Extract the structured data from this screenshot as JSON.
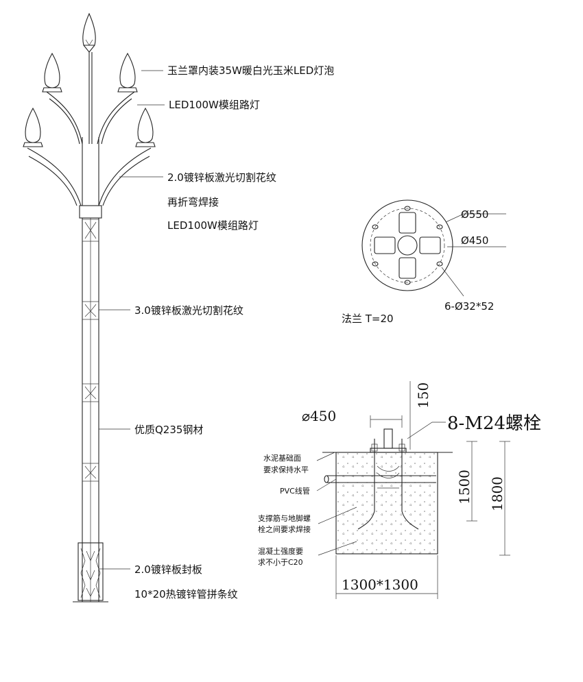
{
  "pole_labels": {
    "magnolia_bulb": "玉兰罩内装35W暖白光玉米LED灯泡",
    "module_lamp_top": "LED100W模组路灯",
    "laser_plate_2": "2.0镀锌板激光切割花纹",
    "rebend_weld": "再折弯焊接",
    "module_lamp_bottom": "LED100W模组路灯",
    "laser_plate_3": "3.0镀锌板激光切割花纹",
    "steel": "优质Q235钢材",
    "seal_plate": "2.0镀锌板封板",
    "tube_pattern": "10*20热镀锌管拼条纹"
  },
  "flange": {
    "d_outer": "Ø550",
    "d_inner": "Ø450",
    "holes": "6-Ø32*52",
    "caption": "法兰 T=20"
  },
  "foundation": {
    "width_dim": "⌀450",
    "top_dim": "150",
    "bolts": "8-M24螺栓",
    "depth_dim_1": "1500",
    "depth_dim_2": "1800",
    "size_dim": "1300*1300",
    "note_surface_1": "水泥基础面",
    "note_surface_2": "要求保持水平",
    "note_pvc": "PVC线管",
    "note_weld_1": "支撑筋与地脚螺",
    "note_weld_2": "栓之间要求焊接",
    "note_concrete_1": "混凝土强度要",
    "note_concrete_2": "求不小于C20"
  }
}
